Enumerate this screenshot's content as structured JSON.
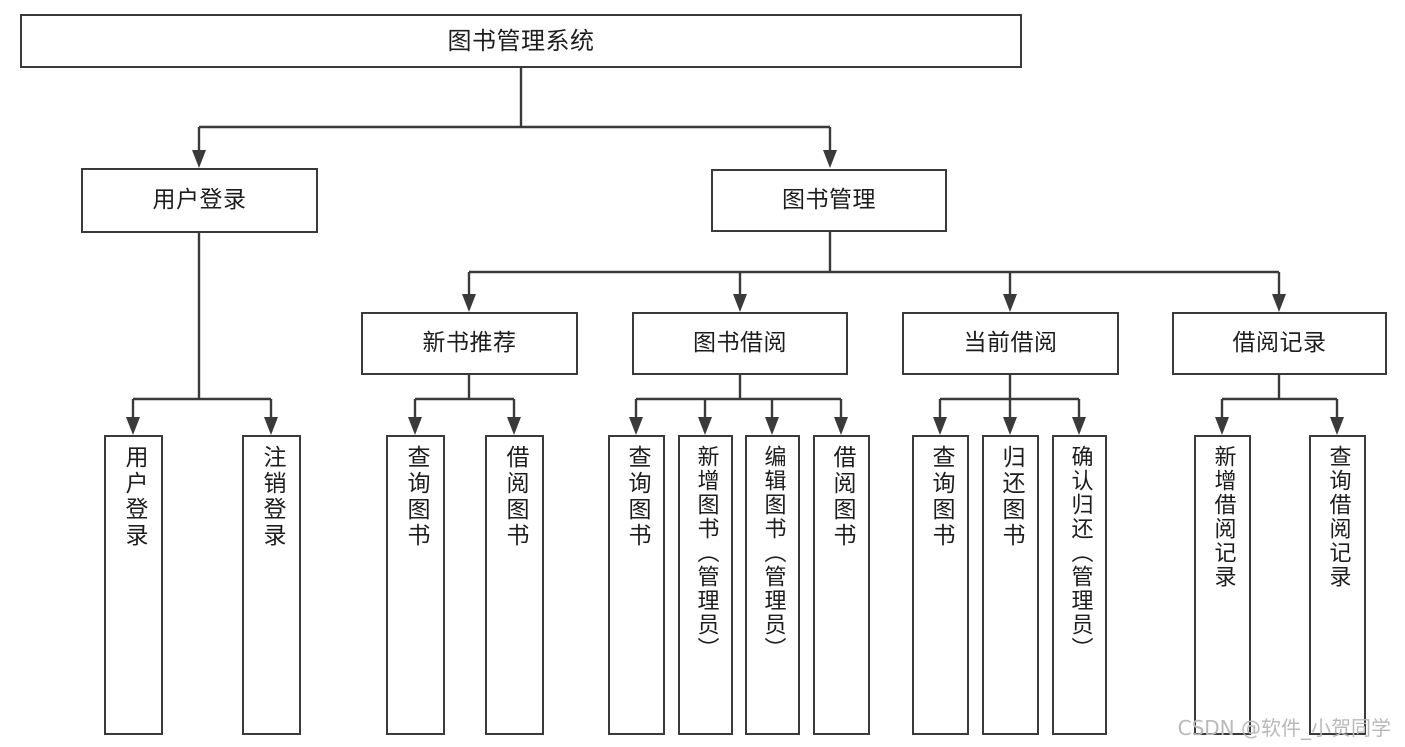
{
  "diagram": {
    "title": "图书管理系统",
    "type": "tree-hierarchy",
    "watermark": "CSDN @软件_小贺同学",
    "colors": {
      "background": "#ffffff",
      "stroke": "#3a3a3a",
      "text": "#1d1d1d",
      "watermark": "#b9b9b9"
    },
    "nodes": {
      "root": {
        "label": "图书管理系统",
        "level": 0
      },
      "l1": [
        {
          "id": "user-login",
          "label": "用户登录",
          "level": 1
        },
        {
          "id": "book-manage",
          "label": "图书管理",
          "level": 1
        }
      ],
      "l2": [
        {
          "id": "new-book-rec",
          "label": "新书推荐",
          "level": 2,
          "parent": "book-manage"
        },
        {
          "id": "book-borrow",
          "label": "图书借阅",
          "level": 2,
          "parent": "book-manage"
        },
        {
          "id": "current-borrow",
          "label": "当前借阅",
          "level": 2,
          "parent": "book-manage"
        },
        {
          "id": "borrow-record",
          "label": "借阅记录",
          "level": 2,
          "parent": "book-manage"
        }
      ],
      "leaves": [
        {
          "id": "leaf-user-login",
          "label": "用户登录",
          "parent": "user-login"
        },
        {
          "id": "leaf-logout",
          "label": "注销登录",
          "parent": "user-login"
        },
        {
          "id": "leaf-query-book-rec",
          "label": "查询图书",
          "parent": "new-book-rec"
        },
        {
          "id": "leaf-borrow-book-rec",
          "label": "借阅图书",
          "parent": "new-book-rec"
        },
        {
          "id": "leaf-query-book-borrow",
          "label": "查询图书",
          "parent": "book-borrow"
        },
        {
          "id": "leaf-add-book",
          "label": "新增图书（管理员）",
          "parent": "book-borrow"
        },
        {
          "id": "leaf-edit-book",
          "label": "编辑图书（管理员）",
          "parent": "book-borrow"
        },
        {
          "id": "leaf-borrow-book",
          "label": "借阅图书",
          "parent": "book-borrow"
        },
        {
          "id": "leaf-query-book-current",
          "label": "查询图书",
          "parent": "current-borrow"
        },
        {
          "id": "leaf-return-book",
          "label": "归还图书",
          "parent": "current-borrow"
        },
        {
          "id": "leaf-confirm-return",
          "label": "确认归还（管理员）",
          "parent": "current-borrow"
        },
        {
          "id": "leaf-add-record",
          "label": "新增借阅记录",
          "parent": "borrow-record"
        },
        {
          "id": "leaf-query-record",
          "label": "查询借阅记录",
          "parent": "borrow-record"
        }
      ]
    }
  }
}
